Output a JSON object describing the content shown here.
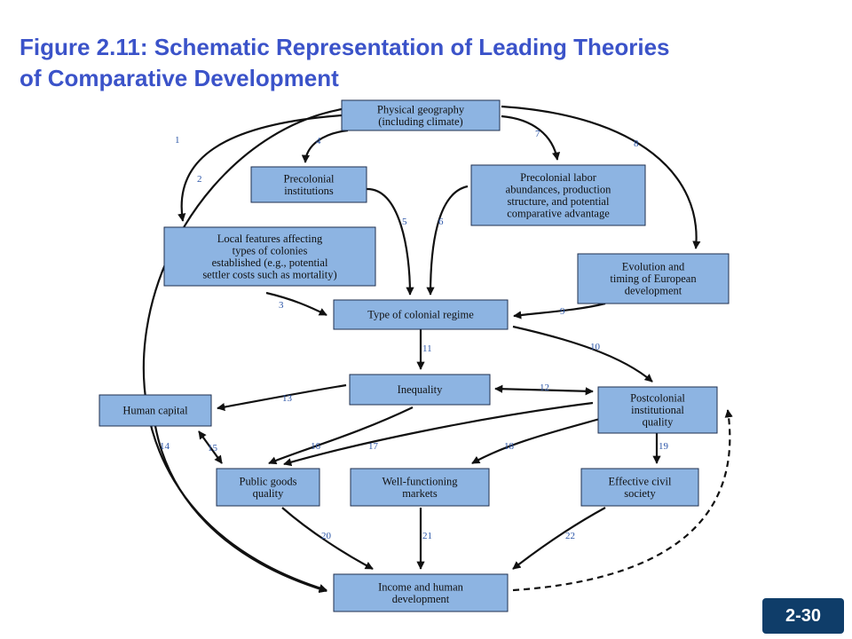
{
  "title": {
    "line1": "Figure 2.11: Schematic Representation of Leading Theories",
    "line2": "of Comparative Development"
  },
  "colors": {
    "title": "#3b53c9",
    "box_fill": "#8db4e2",
    "edge_label": "#2c56a8",
    "badge": "#0f3d69"
  },
  "nodes": [
    {
      "id": "physical-geography",
      "lines": [
        "Physical geography",
        "(including climate)"
      ]
    },
    {
      "id": "precolonial-institutions",
      "lines": [
        "Precolonial",
        "institutions"
      ]
    },
    {
      "id": "precolonial-labor",
      "lines": [
        "Precolonial labor",
        "abundances, production",
        "structure, and potential",
        "comparative advantage"
      ]
    },
    {
      "id": "local-features",
      "lines": [
        "Local features affecting",
        "types of colonies",
        "established (e.g., potential",
        "settler costs such as mortality)"
      ]
    },
    {
      "id": "european-development",
      "lines": [
        "Evolution and",
        "timing of European",
        "development"
      ]
    },
    {
      "id": "colonial-regime",
      "lines": [
        "Type of colonial regime"
      ]
    },
    {
      "id": "inequality",
      "lines": [
        "Inequality"
      ]
    },
    {
      "id": "human-capital",
      "lines": [
        "Human capital"
      ]
    },
    {
      "id": "postcolonial-quality",
      "lines": [
        "Postcolonial",
        "institutional",
        "quality"
      ]
    },
    {
      "id": "public-goods",
      "lines": [
        "Public goods",
        "quality"
      ]
    },
    {
      "id": "markets",
      "lines": [
        "Well-functioning",
        "markets"
      ]
    },
    {
      "id": "civil-society",
      "lines": [
        "Effective civil",
        "society"
      ]
    },
    {
      "id": "income",
      "lines": [
        "Income and human",
        "development"
      ]
    }
  ],
  "edges": [
    {
      "label": "1",
      "from": "physical-geography",
      "to": "income"
    },
    {
      "label": "2",
      "from": "physical-geography",
      "to": "local-features"
    },
    {
      "label": "3",
      "from": "local-features",
      "to": "colonial-regime"
    },
    {
      "label": "4",
      "from": "physical-geography",
      "to": "precolonial-institutions"
    },
    {
      "label": "5",
      "from": "precolonial-institutions",
      "to": "colonial-regime"
    },
    {
      "label": "6",
      "from": "physical-geography",
      "to": "precolonial-labor"
    },
    {
      "label": "7",
      "from": "precolonial-labor",
      "to": "colonial-regime"
    },
    {
      "label": "8",
      "from": "physical-geography",
      "to": "european-development"
    },
    {
      "label": "9",
      "from": "european-development",
      "to": "colonial-regime"
    },
    {
      "label": "10",
      "from": "colonial-regime",
      "to": "postcolonial-quality"
    },
    {
      "label": "11",
      "from": "colonial-regime",
      "to": "inequality"
    },
    {
      "label": "12",
      "from": "inequality",
      "to": "postcolonial-quality",
      "bidirectional": true
    },
    {
      "label": "13",
      "from": "inequality",
      "to": "human-capital"
    },
    {
      "label": "14",
      "from": "human-capital",
      "to": "income"
    },
    {
      "label": "15",
      "from": "human-capital",
      "to": "public-goods",
      "bidirectional": true
    },
    {
      "label": "16",
      "from": "inequality",
      "to": "public-goods"
    },
    {
      "label": "17",
      "from": "postcolonial-quality",
      "to": "public-goods"
    },
    {
      "label": "18",
      "from": "postcolonial-quality",
      "to": "markets"
    },
    {
      "label": "19",
      "from": "postcolonial-quality",
      "to": "civil-society"
    },
    {
      "label": "20",
      "from": "public-goods",
      "to": "income"
    },
    {
      "label": "21",
      "from": "markets",
      "to": "income"
    },
    {
      "label": "22",
      "from": "civil-society",
      "to": "income"
    },
    {
      "label": "",
      "from": "income",
      "to": "postcolonial-quality",
      "dashed": true
    }
  ],
  "page_number": "2-30"
}
